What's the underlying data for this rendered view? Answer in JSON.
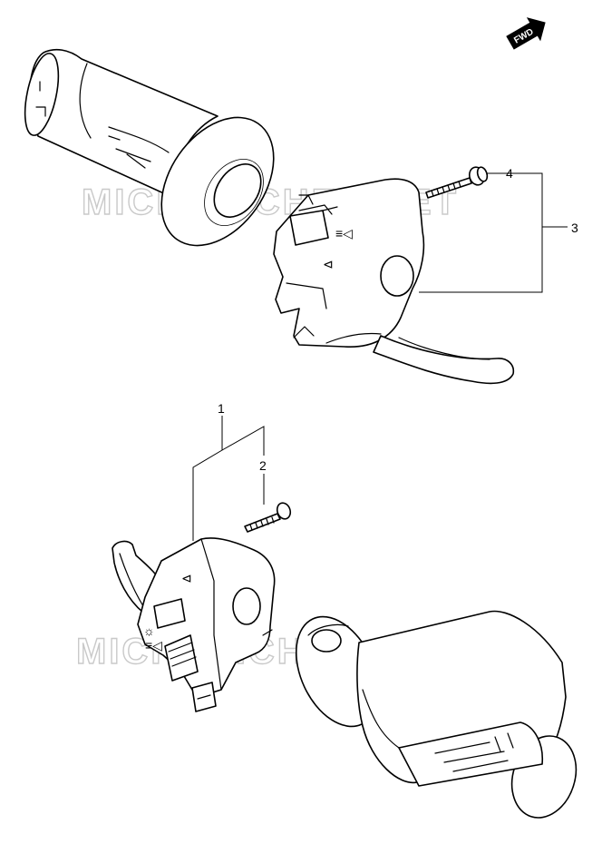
{
  "diagram": {
    "badge": {
      "label": "FWD",
      "icon": "forward-arrow-icon"
    },
    "watermarks": [
      "MICROFICHES.NET",
      "MICROFICHES.NET"
    ],
    "callouts": [
      {
        "id": "1",
        "label": "1"
      },
      {
        "id": "2",
        "label": "2"
      },
      {
        "id": "3",
        "label": "3"
      },
      {
        "id": "4",
        "label": "4"
      }
    ],
    "switch_markings": {
      "horn": "⊲",
      "light": "☼",
      "beam": "≡◁"
    }
  }
}
